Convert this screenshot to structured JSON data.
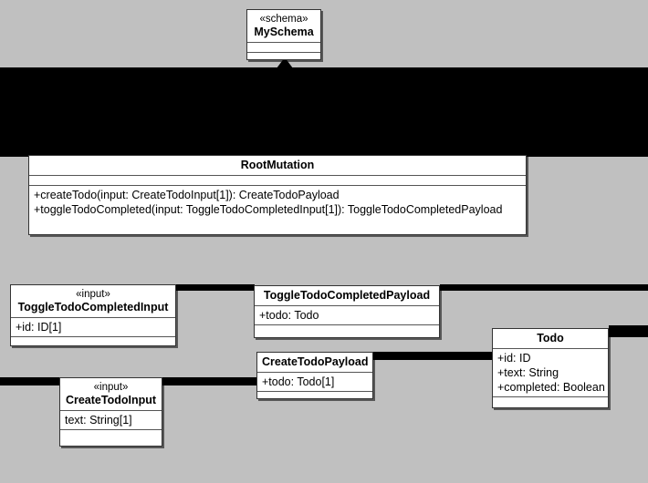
{
  "diagram": {
    "type": "uml-class-diagram",
    "background_color": "#c0c0c0",
    "box_fill_color": "#ffffff",
    "line_color": "#000000"
  },
  "nodes": {
    "schema": {
      "stereotype": "«schema»",
      "name": "MySchema",
      "attributes": [],
      "operations": []
    },
    "root_mutation": {
      "stereotype": "",
      "name": "RootMutation",
      "attributes": [],
      "operations": [
        "+createTodo(input: CreateTodoInput[1]): CreateTodoPayload",
        "+toggleTodoCompleted(input: ToggleTodoCompletedInput[1]): ToggleTodoCompletedPayload"
      ]
    },
    "toggle_input": {
      "stereotype": "«input»",
      "name": "ToggleTodoCompletedInput",
      "attributes": [
        "+id: ID[1]"
      ],
      "operations": []
    },
    "toggle_payload": {
      "stereotype": "",
      "name": "ToggleTodoCompletedPayload",
      "attributes": [
        "+todo: Todo"
      ],
      "operations": []
    },
    "create_payload": {
      "stereotype": "",
      "name": "CreateTodoPayload",
      "attributes": [
        "+todo: Todo[1]"
      ],
      "operations": []
    },
    "create_input": {
      "stereotype": "«input»",
      "name": "CreateTodoInput",
      "attributes": [
        "text: String[1]"
      ],
      "operations": []
    },
    "todo": {
      "stereotype": "",
      "name": "Todo",
      "attributes": [
        "+id: ID",
        "+text: String",
        "+completed: Boolean"
      ],
      "operations": []
    }
  },
  "edges": [
    {
      "name": "schema-to-rootmutation",
      "kind": "generalization",
      "from": "root_mutation",
      "to": "schema"
    },
    {
      "name": "toggleinput-to-togglepayload",
      "kind": "association",
      "from": "toggle_input",
      "to": "toggle_payload"
    },
    {
      "name": "togglepayload-to-todo",
      "kind": "association",
      "from": "toggle_payload",
      "to": "todo"
    },
    {
      "name": "createpayload-to-todo",
      "kind": "association",
      "from": "create_payload",
      "to": "todo"
    },
    {
      "name": "createinput-to-createpayload",
      "kind": "association",
      "from": "create_input",
      "to": "create_payload"
    },
    {
      "name": "todo-right-stub",
      "kind": "association",
      "from": "todo",
      "to": ""
    }
  ]
}
